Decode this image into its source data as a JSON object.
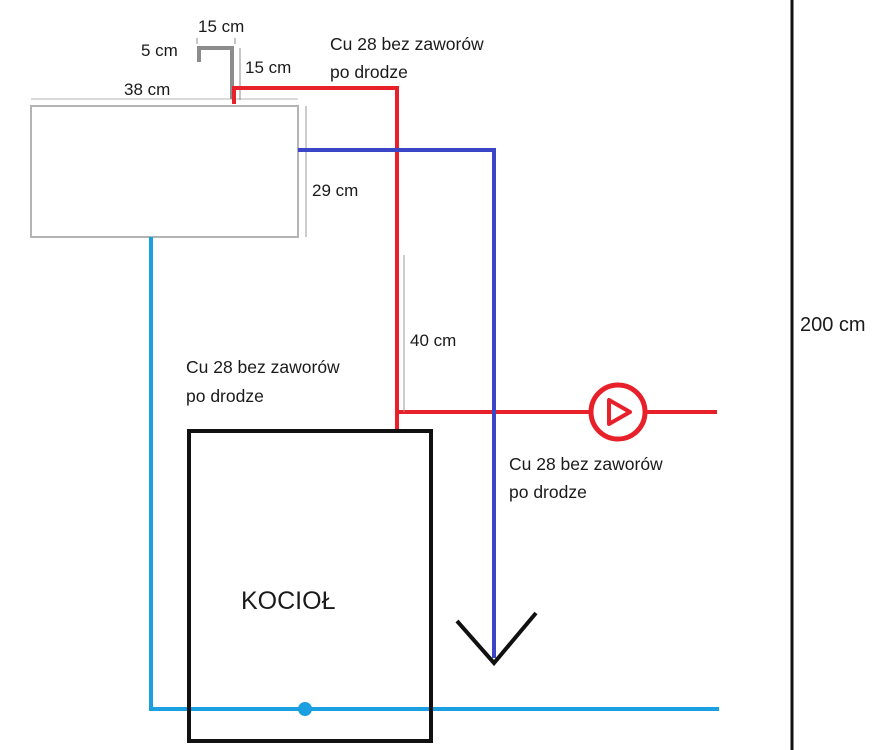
{
  "labels": {
    "dim_15cm_top": "15 cm",
    "dim_5cm": "5 cm",
    "dim_15cm_side": "15 cm",
    "dim_38cm": "38 cm",
    "dim_29cm": "29 cm",
    "dim_40cm": "40 cm",
    "dim_200cm": "200 cm",
    "note_top_line1": "Cu 28 bez zaworów",
    "note_top_line2": "po drodze",
    "note_left_line1": "Cu 28 bez zaworów",
    "note_left_line2": "po drodze",
    "note_right_line1": "Cu 28 bez zaworów",
    "note_right_line2": "po drodze",
    "boiler": "KOCIOŁ"
  },
  "colors": {
    "supply_pipe": "#e8202a",
    "return_pipe": "#3a45c8",
    "cold_pipe": "#1aa0e0",
    "vent_pipe": "#8c8c8c",
    "tank_outline": "#b4b4b4",
    "boiler_outline": "#111111",
    "wall_line": "#111111"
  },
  "icons": {
    "pump": "pump-icon",
    "drain": "drain-funnel-icon"
  }
}
